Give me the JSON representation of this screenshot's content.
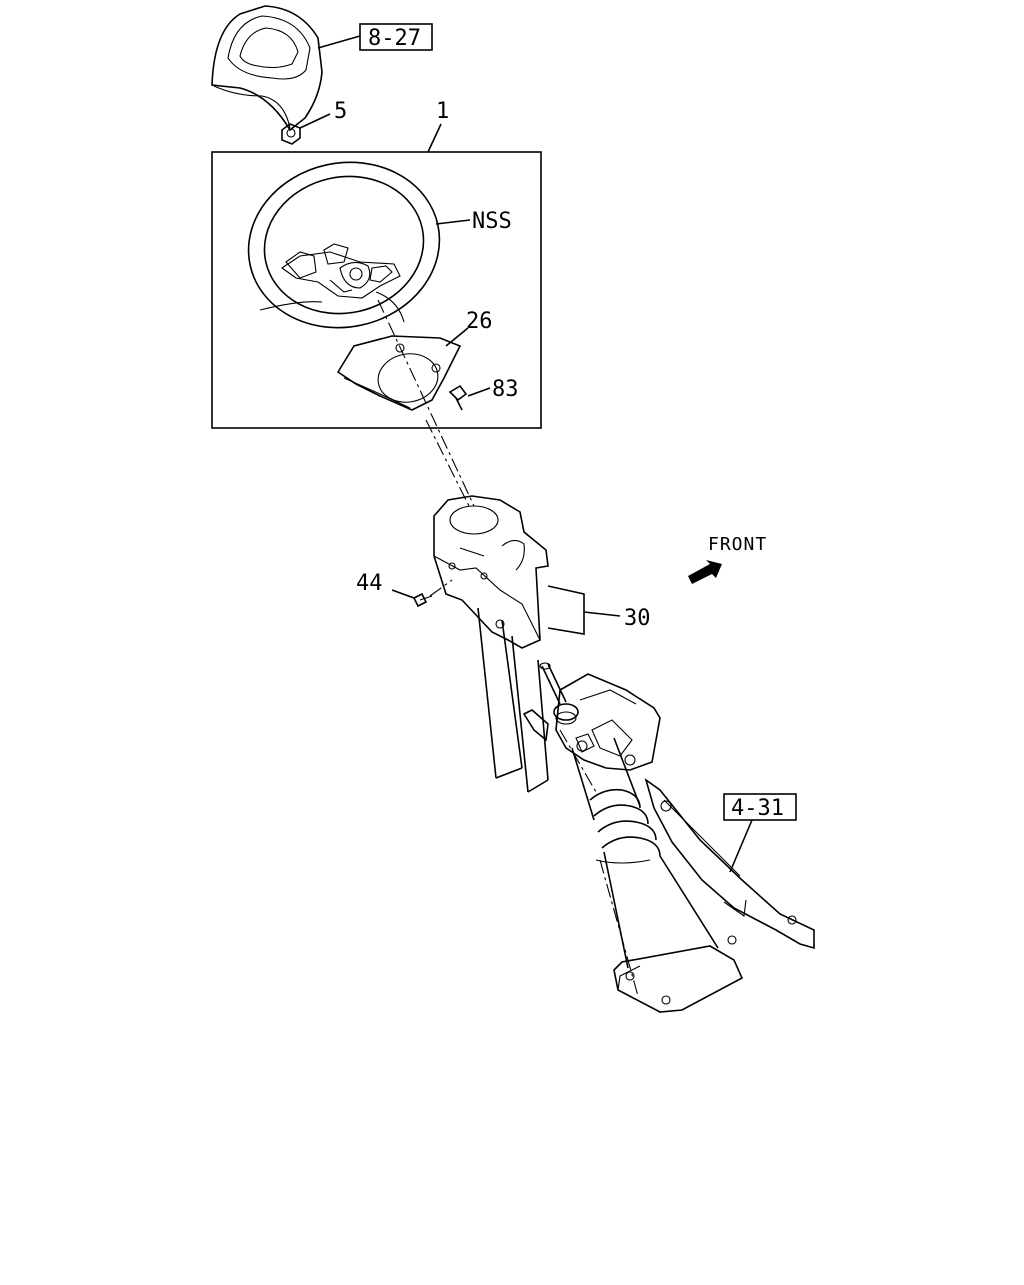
{
  "diagram": {
    "ref_labels": {
      "horn_pad_ref": "8-27",
      "column_ref": "4-31"
    },
    "part_labels": {
      "nut": "5",
      "steering_wheel_assy": "1",
      "not_serviced": "NSS",
      "cover": "26",
      "screw_83": "83",
      "screw_44": "44",
      "column_cover": "30"
    },
    "direction": {
      "text": "FRONT"
    }
  }
}
